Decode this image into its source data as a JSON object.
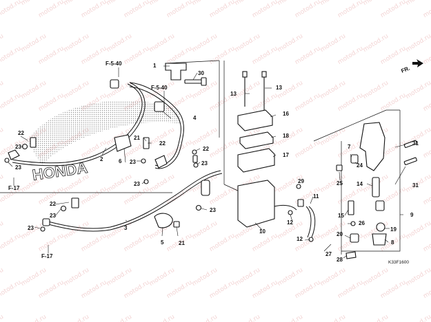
{
  "watermark": "motod.ru",
  "direction": "FR.",
  "diagram_code": "K33F1600",
  "logo_text": "HONDA",
  "refs": {
    "r1": "F-5-40",
    "r2": "F-5-40",
    "r3": "F-17",
    "r4": "F-17"
  },
  "labels": {
    "p1": "1",
    "p2": "2",
    "p3": "3",
    "p4": "4",
    "p5": "5",
    "p6": "6",
    "p7": "7",
    "p8": "8",
    "p9": "9",
    "p10": "10",
    "p11": "11",
    "p12a": "12",
    "p12b": "12",
    "p13a": "13",
    "p13b": "13",
    "p14": "14",
    "p15": "15",
    "p16": "16",
    "p17": "17",
    "p18": "18",
    "p19": "19",
    "p20": "20",
    "p21a": "21",
    "p21b": "21",
    "p22a": "22",
    "p22b": "22",
    "p22c": "22",
    "p22d": "22",
    "p23a": "23",
    "p23b": "23",
    "p23c": "23",
    "p23d": "23",
    "p23e": "23",
    "p23f": "23",
    "p23g": "23",
    "p23h": "23",
    "p24": "24",
    "p25": "25",
    "p26": "26",
    "p27": "27",
    "p28": "28",
    "p29": "29",
    "p30": "30",
    "p31a": "31",
    "p31b": "31"
  },
  "colors": {
    "line": "#111111",
    "watermark": "#e9b0b0",
    "logo_fill": "#d8d8d8"
  }
}
